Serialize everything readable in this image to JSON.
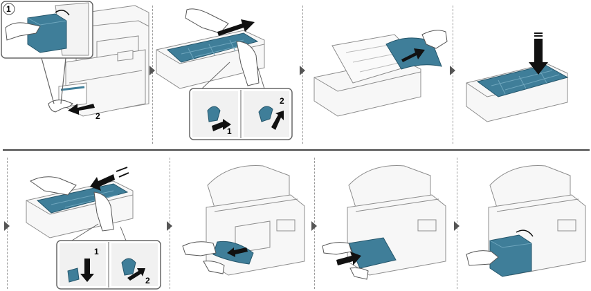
{
  "figure": {
    "step_labels": {
      "s1_callout": "1",
      "s1_main": "2",
      "s2_lock": "1",
      "s2_lift": "2",
      "s5_tab": "1",
      "s5_lock": "2"
    },
    "colors": {
      "accent_blue": "#3f7e99",
      "accent_blue_light": "#6fa6bd",
      "line_gray": "#8c8c8c",
      "device_white": "#f7f7f7",
      "arrow_black": "#111111",
      "separator": "#444444"
    },
    "icons": [
      "right-triangle-icon",
      "arrow-icon",
      "hand-icon",
      "printer-icon",
      "paper-tray-icon",
      "toner-cartridge-icon"
    ]
  }
}
